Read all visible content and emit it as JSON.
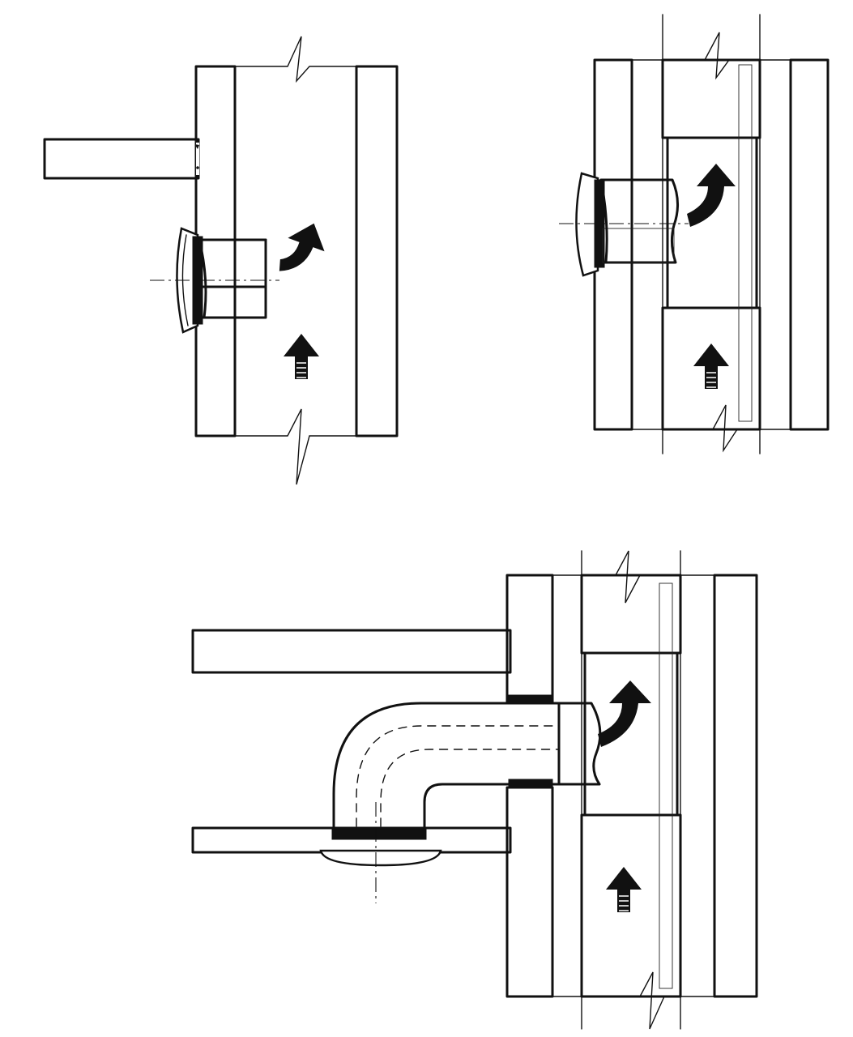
{
  "diagrams": [
    {
      "id": "wall-fan-into-shaft"
    },
    {
      "id": "wall-fan-with-tee-in-duct"
    },
    {
      "id": "ceiling-fan-with-bend-and-tee"
    }
  ],
  "colors": {
    "ink": "#111111",
    "paper": "#ffffff"
  },
  "icons": [
    "airflow-arrow-icon",
    "break-mark-icon"
  ]
}
